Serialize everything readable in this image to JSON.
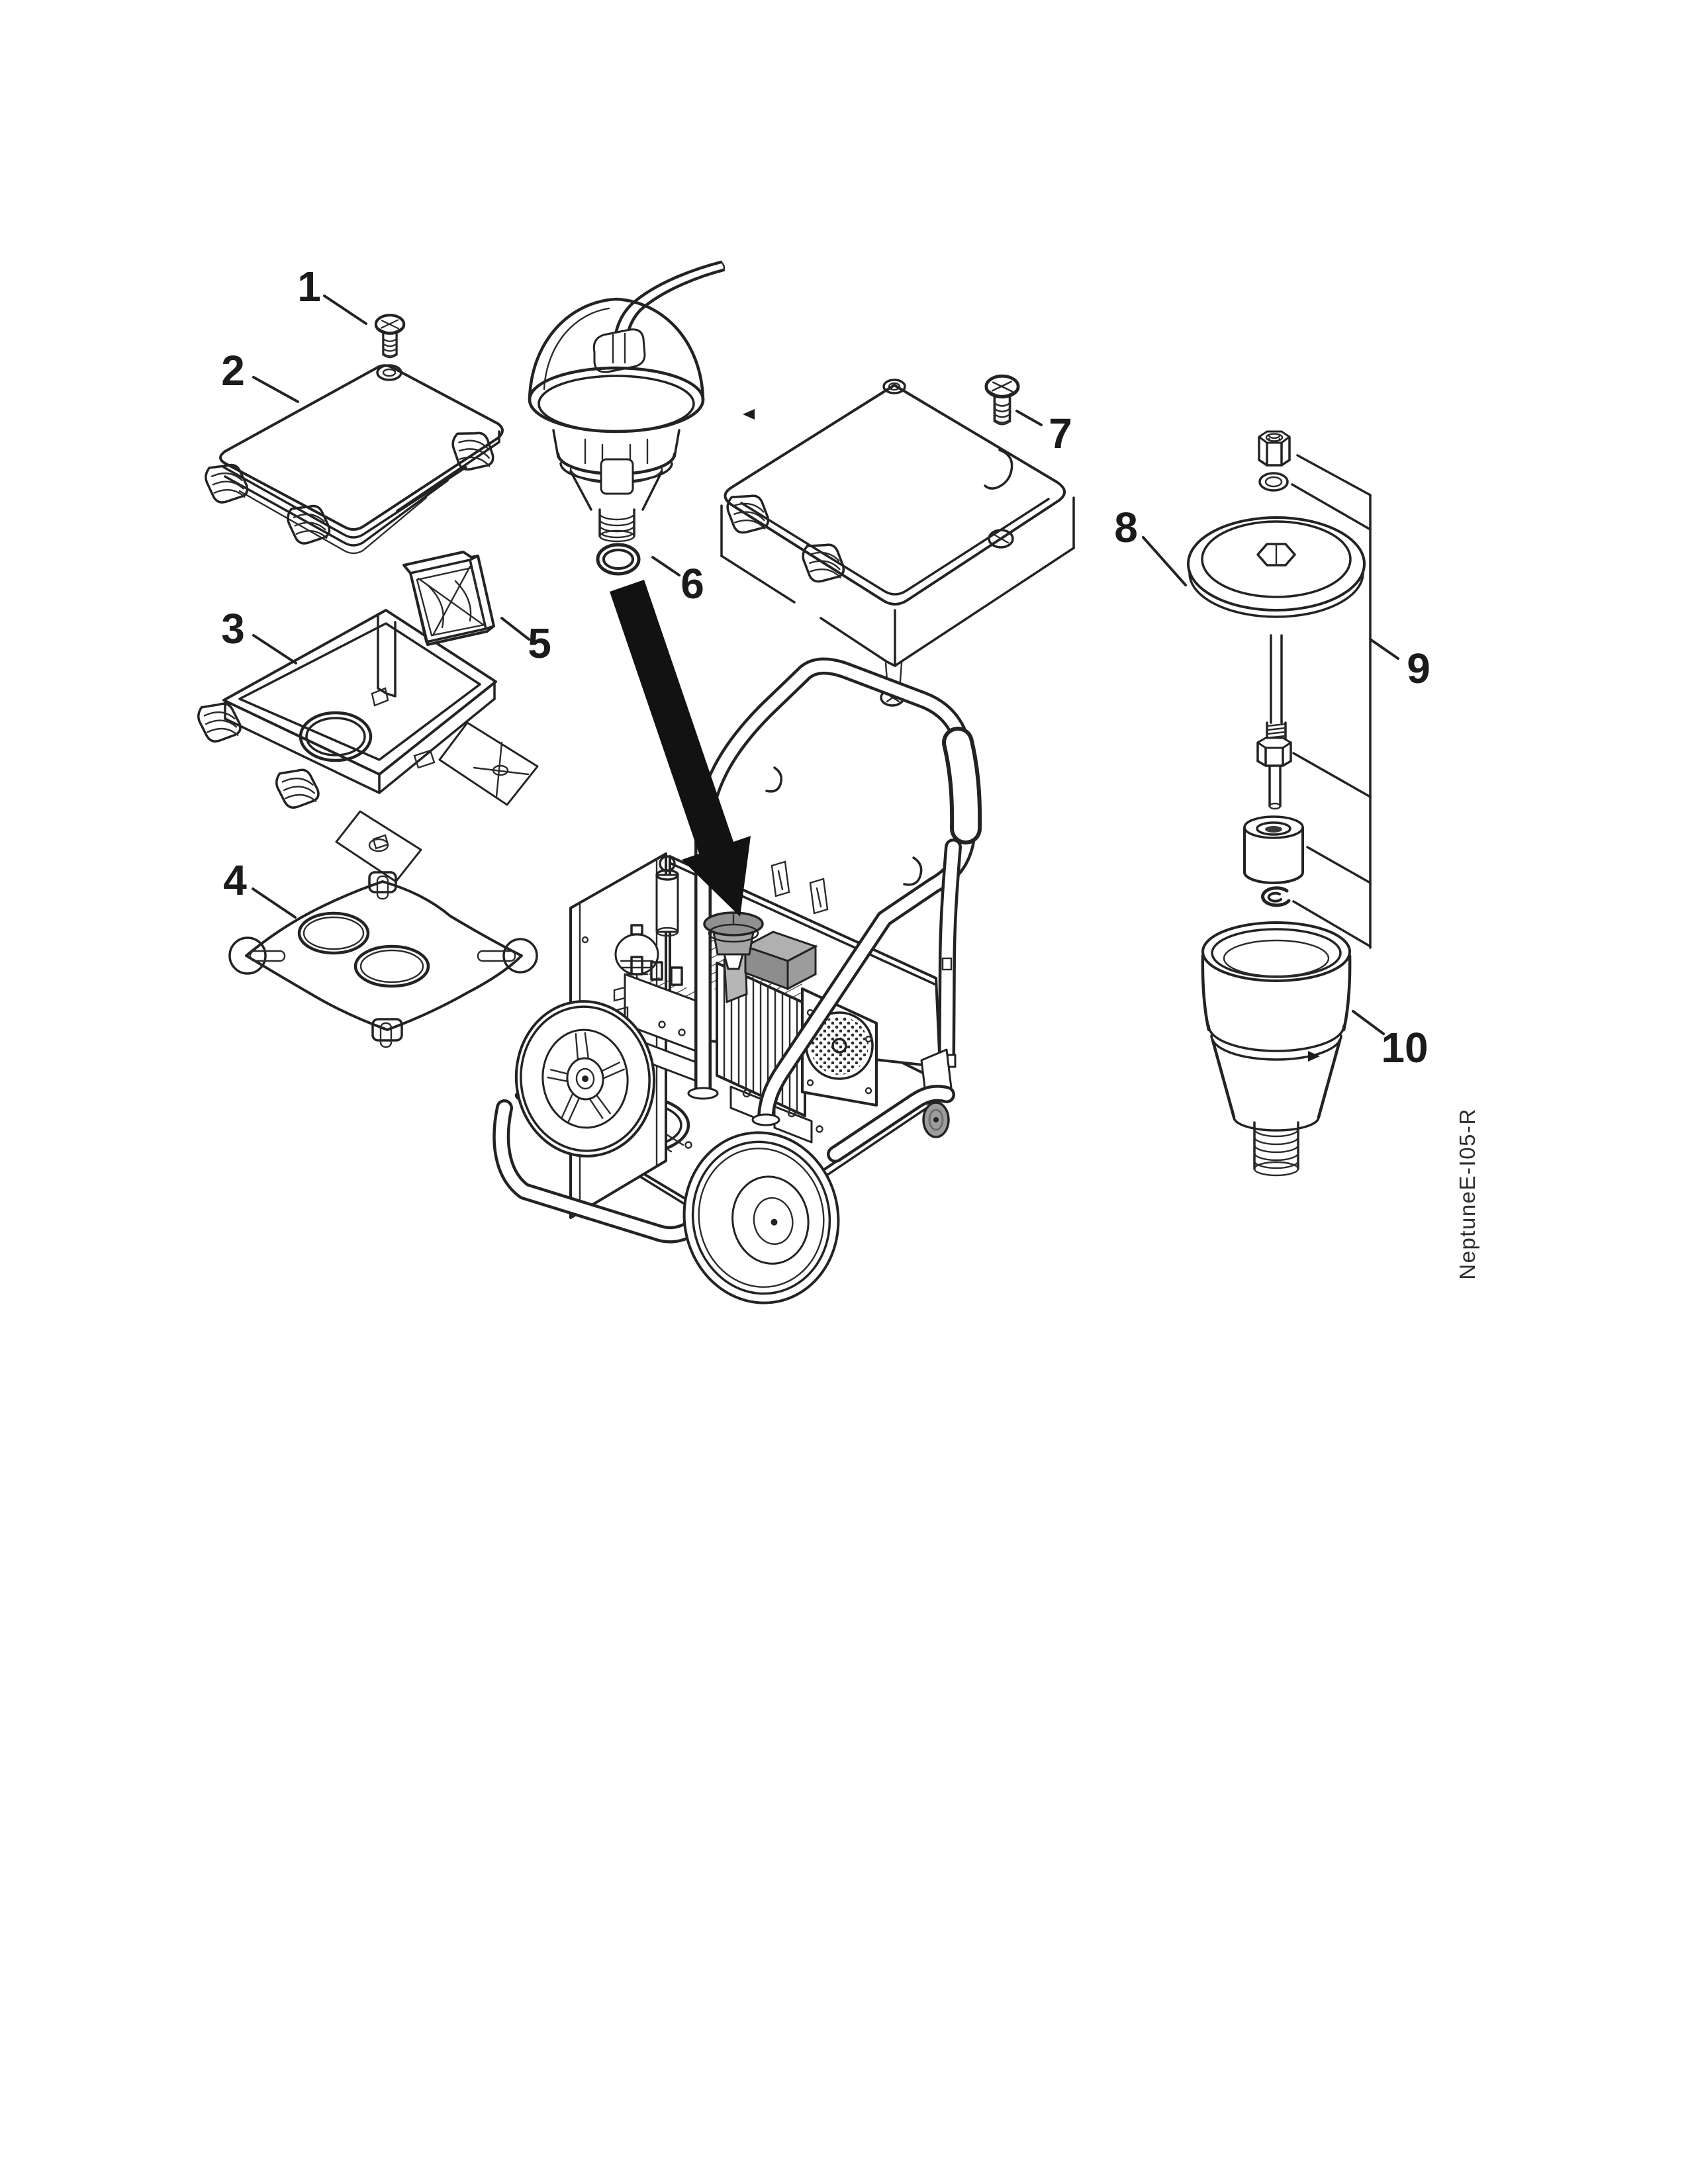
{
  "diagram": {
    "code": "NeptuneE-I05-R",
    "part_labels": [
      "1",
      "2",
      "3",
      "4",
      "5",
      "6",
      "7",
      "8",
      "9",
      "10"
    ],
    "colors": {
      "line": "#232323",
      "background": "#ffffff",
      "arrow": "#121212",
      "shaded_gray": "#a8a8a8"
    }
  }
}
